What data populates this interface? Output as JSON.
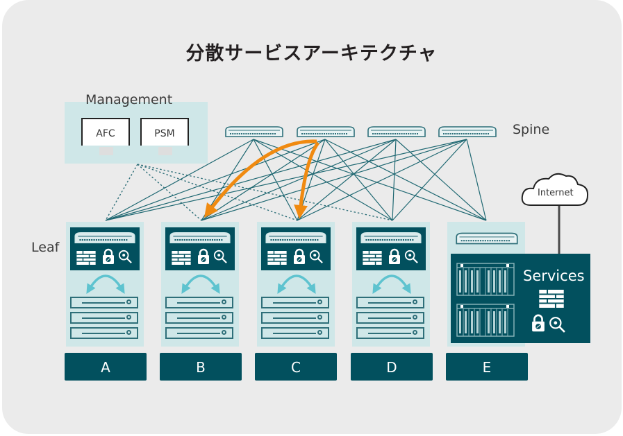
{
  "diagram": {
    "title": "分散サービスアーキテクチャ",
    "management": {
      "label": "Management",
      "systems": [
        "AFC",
        "PSM"
      ]
    },
    "spine": {
      "label": "Spine",
      "switch_count": 4
    },
    "leaf": {
      "label": "Leaf",
      "racks": [
        "A",
        "B",
        "C",
        "D",
        "E"
      ]
    },
    "services": {
      "label": "Services"
    },
    "internet": {
      "label": "Internet"
    },
    "colors": {
      "background": "#ebebeb",
      "teal_dark": "#02505e",
      "teal_light": "#cfe7e8",
      "link": "#1f6872",
      "highlight_arrow": "#f08a10",
      "swap_arrow": "#5ec3cf"
    }
  }
}
